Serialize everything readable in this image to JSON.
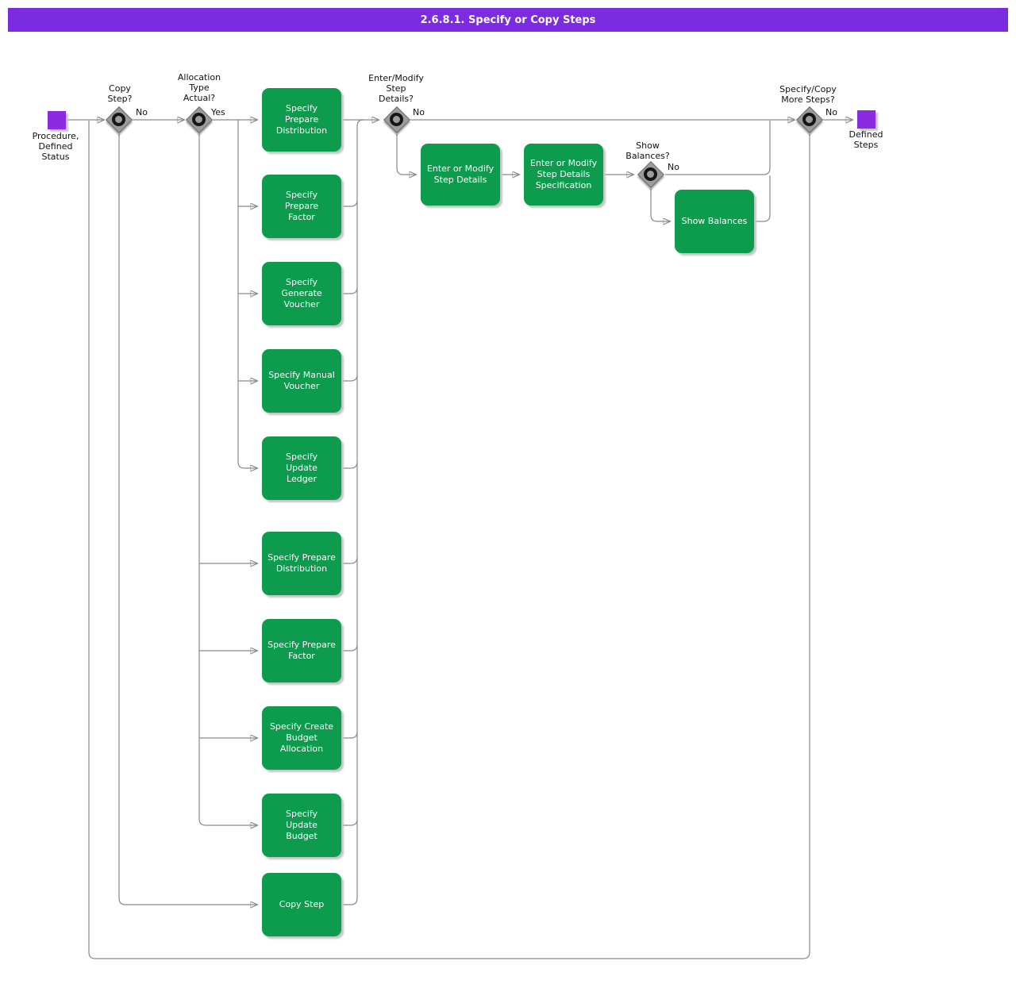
{
  "title": "2.6.8.1. Specify or Copy Steps",
  "colors": {
    "banner_purple": "#7b2be0",
    "terminal_purple": "#8a2be2",
    "activity_green": "#0d9c4e",
    "line_gray": "#8a8a8a",
    "diamond_gray": "#9c9c9c",
    "arrow_dark": "#4d4d4d"
  },
  "start": {
    "label": "Procedure,\nDefined\nStatus"
  },
  "end": {
    "label": "Defined\nSteps"
  },
  "decisions": [
    {
      "id": "copy-step",
      "question": "Copy\nStep?",
      "branch_label": "No"
    },
    {
      "id": "allocation-type-actual",
      "question": "Allocation\nType\nActual?",
      "branch_label": "Yes"
    },
    {
      "id": "enter-modify-step-details",
      "question": "Enter/Modify\nStep\nDetails?",
      "branch_label": "No"
    },
    {
      "id": "show-balances",
      "question": "Show\nBalances?",
      "branch_label": "No"
    },
    {
      "id": "specify-copy-more-steps",
      "question": "Specify/Copy\nMore Steps?",
      "branch_label": "No"
    }
  ],
  "activities": [
    {
      "id": "specify-prepare-distribution-1",
      "label": "Specify\nPrepare\nDistribution"
    },
    {
      "id": "specify-prepare-factor-1",
      "label": "Specify\nPrepare\nFactor"
    },
    {
      "id": "specify-generate-voucher",
      "label": "Specify\nGenerate\nVoucher"
    },
    {
      "id": "specify-manual-voucher",
      "label": "Specify Manual\nVoucher"
    },
    {
      "id": "specify-update-ledger",
      "label": "Specify\nUpdate\nLedger"
    },
    {
      "id": "specify-prepare-distribution-2",
      "label": "Specify Prepare\nDistribution"
    },
    {
      "id": "specify-prepare-factor-2",
      "label": "Specify Prepare\nFactor"
    },
    {
      "id": "specify-create-budget-allocation",
      "label": "Specify Create\nBudget\nAllocation"
    },
    {
      "id": "specify-update-budget",
      "label": "Specify\nUpdate\nBudget"
    },
    {
      "id": "copy-step-activity",
      "label": "Copy Step"
    },
    {
      "id": "enter-or-modify-step-details",
      "label": "Enter or Modify\nStep Details"
    },
    {
      "id": "enter-or-modify-step-details-specification",
      "label": "Enter or Modify\nStep Details\nSpecification"
    },
    {
      "id": "show-balances-activity",
      "label": "Show Balances"
    }
  ],
  "edges": [
    {
      "from": "start",
      "to": "copy-step",
      "label": ""
    },
    {
      "from": "copy-step",
      "to": "allocation-type-actual",
      "label": "No"
    },
    {
      "from": "copy-step",
      "to": "copy-step-activity",
      "label": ""
    },
    {
      "from": "allocation-type-actual",
      "to": "specify-prepare-distribution-1",
      "label": "Yes"
    },
    {
      "from": "allocation-type-actual",
      "to": "specify-prepare-factor-1",
      "label": "Yes"
    },
    {
      "from": "allocation-type-actual",
      "to": "specify-generate-voucher",
      "label": "Yes"
    },
    {
      "from": "allocation-type-actual",
      "to": "specify-manual-voucher",
      "label": "Yes"
    },
    {
      "from": "allocation-type-actual",
      "to": "specify-update-ledger",
      "label": "Yes"
    },
    {
      "from": "allocation-type-actual",
      "to": "specify-prepare-distribution-2",
      "label": ""
    },
    {
      "from": "allocation-type-actual",
      "to": "specify-prepare-factor-2",
      "label": ""
    },
    {
      "from": "allocation-type-actual",
      "to": "specify-create-budget-allocation",
      "label": ""
    },
    {
      "from": "allocation-type-actual",
      "to": "specify-update-budget",
      "label": ""
    },
    {
      "from": "all-specify-activities",
      "to": "enter-modify-step-details",
      "label": ""
    },
    {
      "from": "enter-modify-step-details",
      "to": "specify-copy-more-steps",
      "label": "No"
    },
    {
      "from": "enter-modify-step-details",
      "to": "enter-or-modify-step-details",
      "label": ""
    },
    {
      "from": "enter-or-modify-step-details",
      "to": "enter-or-modify-step-details-specification",
      "label": ""
    },
    {
      "from": "enter-or-modify-step-details-specification",
      "to": "show-balances",
      "label": ""
    },
    {
      "from": "show-balances",
      "to": "specify-copy-more-steps",
      "label": "No"
    },
    {
      "from": "show-balances",
      "to": "show-balances-activity",
      "label": ""
    },
    {
      "from": "show-balances-activity",
      "to": "specify-copy-more-steps",
      "label": ""
    },
    {
      "from": "specify-copy-more-steps",
      "to": "end",
      "label": "No"
    },
    {
      "from": "specify-copy-more-steps",
      "to": "copy-step",
      "label": ""
    }
  ]
}
